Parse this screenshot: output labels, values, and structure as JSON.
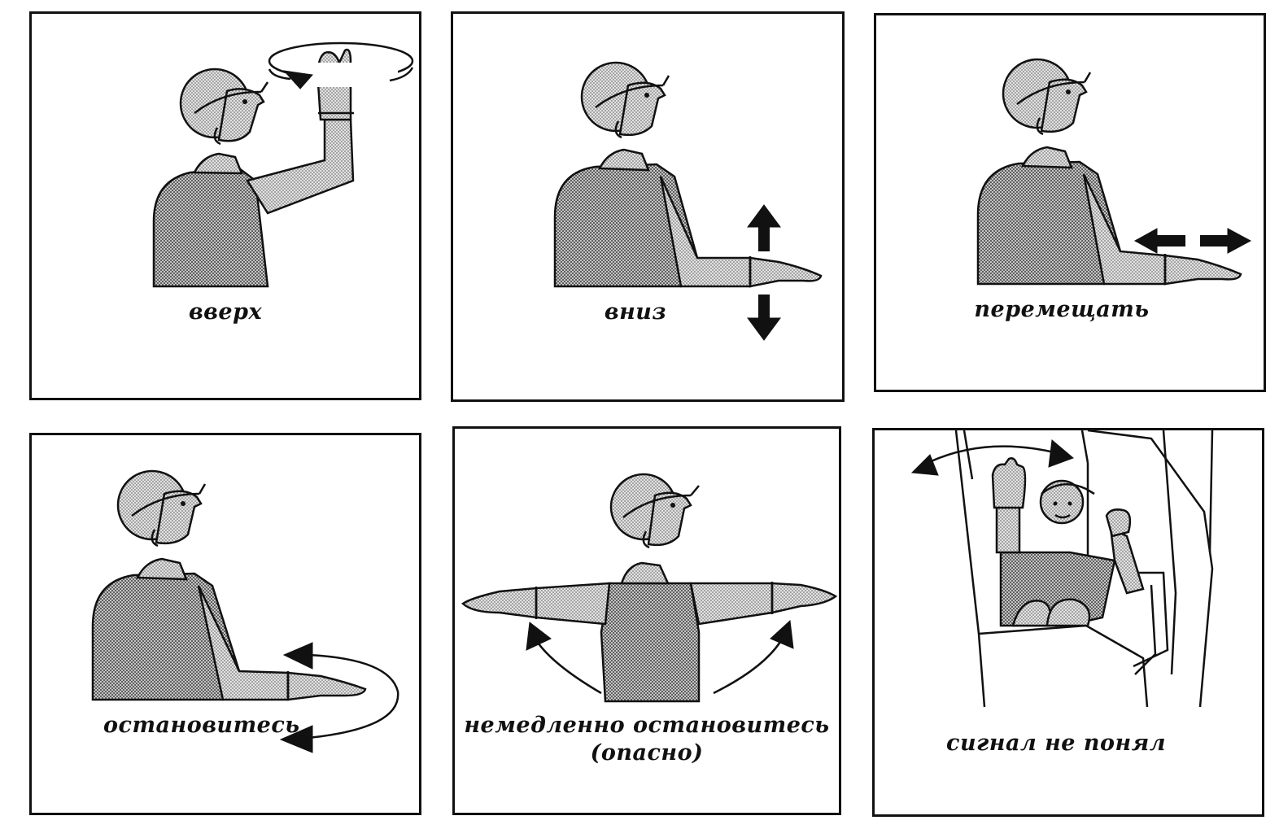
{
  "signals": [
    {
      "label": "вверх"
    },
    {
      "label": "вниз"
    },
    {
      "label": "перемещать"
    },
    {
      "label": "остановитесь"
    },
    {
      "label": "немедленно остановитесь\n(опасно)"
    },
    {
      "label": "сигнал не понял"
    }
  ],
  "colors": {
    "ink": "#111111",
    "background": "#ffffff"
  }
}
